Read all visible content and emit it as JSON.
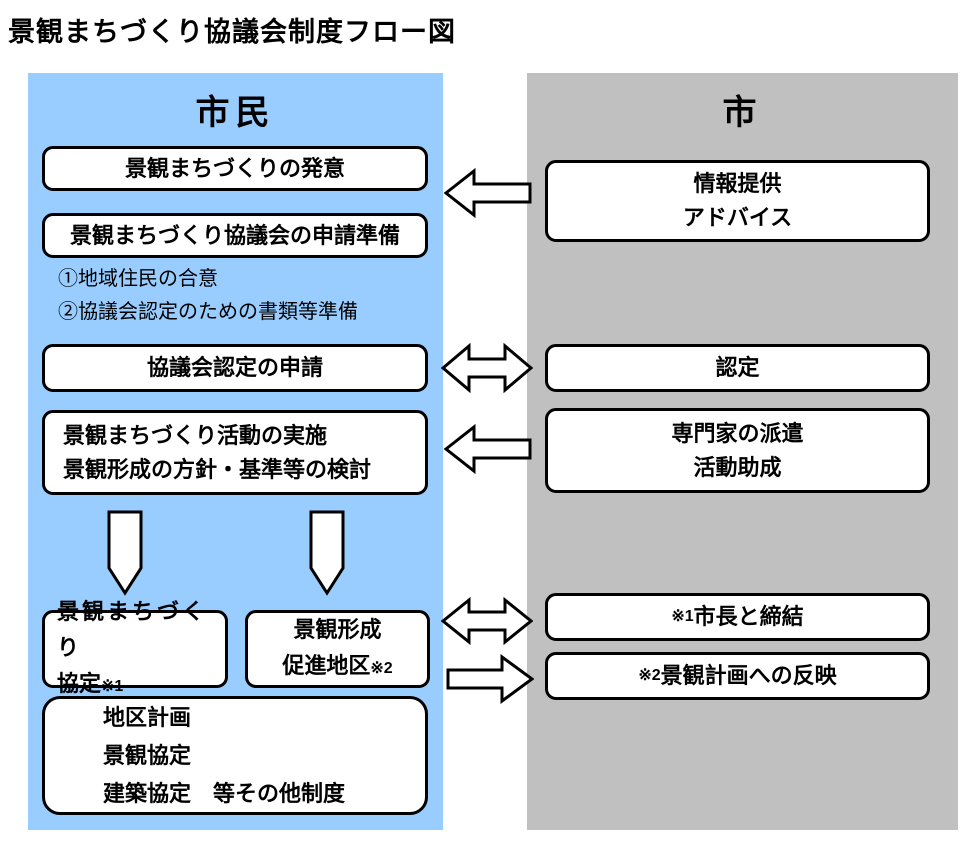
{
  "title": "景観まちづくり協議会制度フロー図",
  "colors": {
    "citizen_bg": "#99CCFF",
    "city_bg": "#C0C0C0",
    "box_bg": "#FFFFFF",
    "box_border": "#000000",
    "text": "#000000"
  },
  "citizen_column": {
    "header": "市民",
    "box_initiation": "景観まちづくりの発意",
    "box_preparation": "景観まちづくり協議会の申請準備",
    "prep_steps": [
      "①地域住民の合意",
      "②協議会認定のための書類等準備"
    ],
    "box_application": "協議会認定の申請",
    "activity_line1": "景観まちづくり活動の実施",
    "activity_line2": "景観形成の方針・基準等の検討",
    "agreement_line1": "景観まちづくり",
    "agreement_line2": "協定",
    "agreement_ref": "※1",
    "district_line1": "景観形成",
    "district_line2": "促進地区",
    "district_ref": "※2",
    "other_line1": "地区計画",
    "other_line2": "景観協定",
    "other_line3": "建築協定　等その他制度"
  },
  "city_column": {
    "header": "市",
    "info_line1": "情報提供",
    "info_line2": "アドバイス",
    "box_certification": "認定",
    "support_line1": "専門家の派遣",
    "support_line2": "活動助成",
    "note1_ref": "※1",
    "note1_text": "市長と締結",
    "note2_ref": "※2",
    "note2_text": "景観計画への反映"
  },
  "arrows": {
    "info_to_citizen": "left",
    "application_certification": "both",
    "support_to_citizen": "left",
    "agreement_note1": "both",
    "district_to_note2": "right",
    "progress_down_left": "down",
    "progress_down_right": "down"
  }
}
